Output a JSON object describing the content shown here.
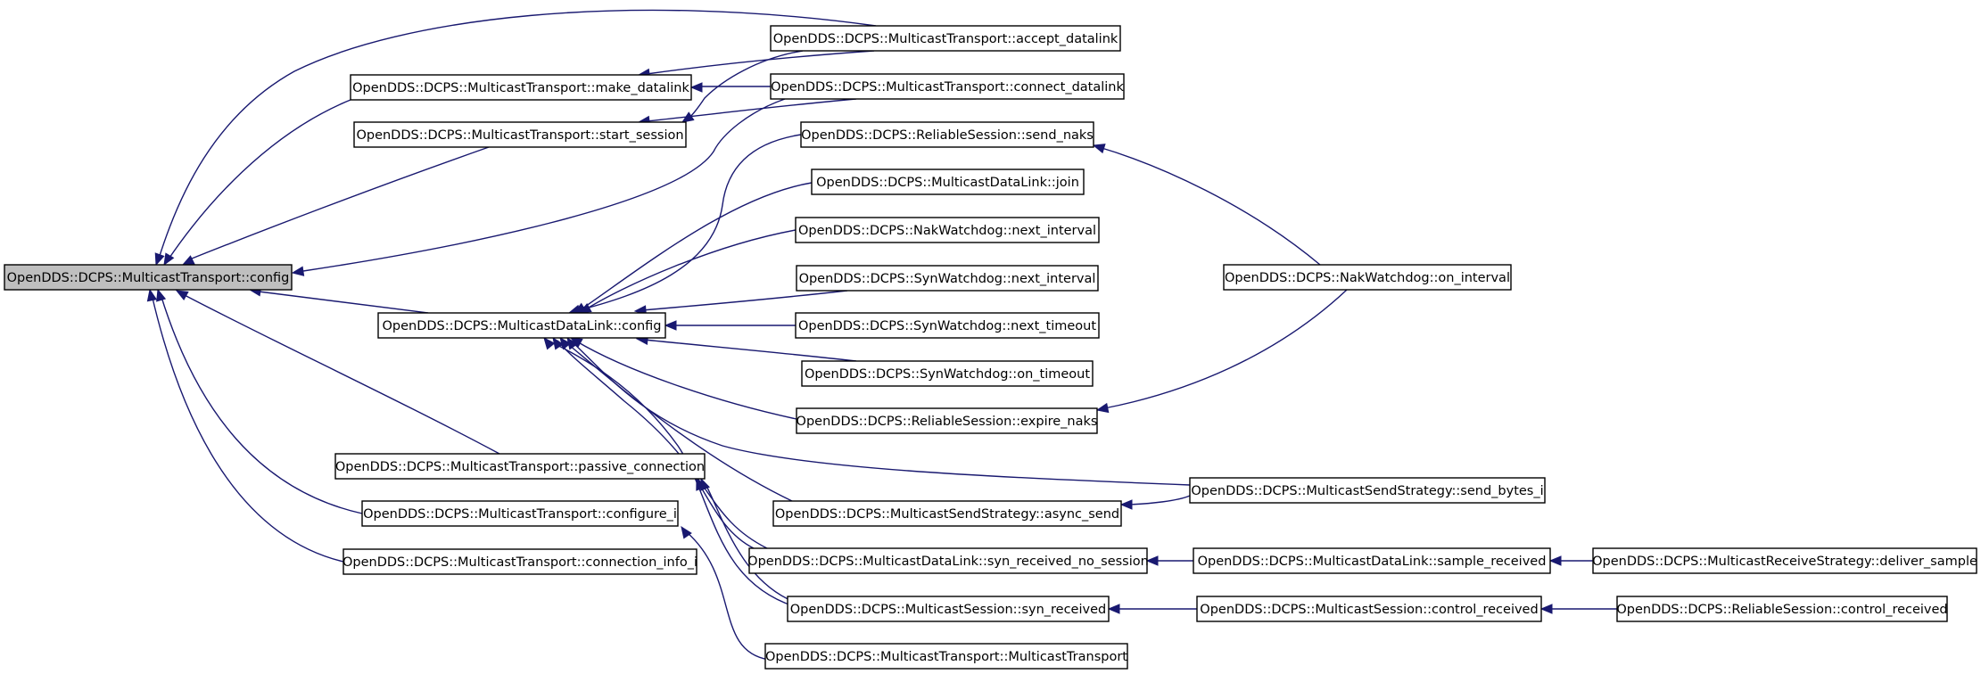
{
  "graph": {
    "nodes": [
      {
        "id": "config",
        "label": "OpenDDS::DCPS::MulticastTransport::config",
        "root": true
      },
      {
        "id": "make",
        "label": "OpenDDS::DCPS::MulticastTransport::make_datalink"
      },
      {
        "id": "start",
        "label": "OpenDDS::DCPS::MulticastTransport::start_session"
      },
      {
        "id": "accept",
        "label": "OpenDDS::DCPS::MulticastTransport::accept_datalink"
      },
      {
        "id": "connect",
        "label": "OpenDDS::DCPS::MulticastTransport::connect_datalink"
      },
      {
        "id": "sendnaks",
        "label": "OpenDDS::DCPS::ReliableSession::send_naks"
      },
      {
        "id": "join",
        "label": "OpenDDS::DCPS::MulticastDataLink::join"
      },
      {
        "id": "naknext",
        "label": "OpenDDS::DCPS::NakWatchdog::next_interval"
      },
      {
        "id": "synnext",
        "label": "OpenDDS::DCPS::SynWatchdog::next_interval"
      },
      {
        "id": "synto",
        "label": "OpenDDS::DCPS::SynWatchdog::next_timeout"
      },
      {
        "id": "synon",
        "label": "OpenDDS::DCPS::SynWatchdog::on_timeout"
      },
      {
        "id": "expire",
        "label": "OpenDDS::DCPS::ReliableSession::expire_naks"
      },
      {
        "id": "nakon",
        "label": "OpenDDS::DCPS::NakWatchdog::on_interval"
      },
      {
        "id": "dlconfig",
        "label": "OpenDDS::DCPS::MulticastDataLink::config"
      },
      {
        "id": "passive",
        "label": "OpenDDS::DCPS::MulticastTransport::passive_connection"
      },
      {
        "id": "configi",
        "label": "OpenDDS::DCPS::MulticastTransport::configure_i"
      },
      {
        "id": "conninfo",
        "label": "OpenDDS::DCPS::MulticastTransport::connection_info_i"
      },
      {
        "id": "sendbytes",
        "label": "OpenDDS::DCPS::MulticastSendStrategy::send_bytes_i"
      },
      {
        "id": "asyncsend",
        "label": "OpenDDS::DCPS::MulticastSendStrategy::async_send"
      },
      {
        "id": "synnosess",
        "label": "OpenDDS::DCPS::MulticastDataLink::syn_received_no_session"
      },
      {
        "id": "samplerecv",
        "label": "OpenDDS::DCPS::MulticastDataLink::sample_received"
      },
      {
        "id": "deliver",
        "label": "OpenDDS::DCPS::MulticastReceiveStrategy::deliver_sample"
      },
      {
        "id": "synrecv",
        "label": "OpenDDS::DCPS::MulticastSession::syn_received"
      },
      {
        "id": "ctrlrecv",
        "label": "OpenDDS::DCPS::MulticastSession::control_received"
      },
      {
        "id": "relctrl",
        "label": "OpenDDS::DCPS::ReliableSession::control_received"
      },
      {
        "id": "ctor",
        "label": "OpenDDS::DCPS::MulticastTransport::MulticastTransport"
      }
    ],
    "edges": [
      {
        "from": "accept",
        "to": "config"
      },
      {
        "from": "make",
        "to": "config"
      },
      {
        "from": "start",
        "to": "config"
      },
      {
        "from": "connect",
        "to": "config"
      },
      {
        "from": "dlconfig",
        "to": "config"
      },
      {
        "from": "passive",
        "to": "config"
      },
      {
        "from": "configi",
        "to": "config"
      },
      {
        "from": "conninfo",
        "to": "config"
      },
      {
        "from": "accept",
        "to": "make"
      },
      {
        "from": "connect",
        "to": "make"
      },
      {
        "from": "accept",
        "to": "start"
      },
      {
        "from": "connect",
        "to": "start"
      },
      {
        "from": "sendnaks",
        "to": "dlconfig"
      },
      {
        "from": "join",
        "to": "dlconfig"
      },
      {
        "from": "naknext",
        "to": "dlconfig"
      },
      {
        "from": "synnext",
        "to": "dlconfig"
      },
      {
        "from": "synto",
        "to": "dlconfig"
      },
      {
        "from": "synon",
        "to": "dlconfig"
      },
      {
        "from": "expire",
        "to": "dlconfig"
      },
      {
        "from": "sendbytes",
        "to": "dlconfig"
      },
      {
        "from": "asyncsend",
        "to": "dlconfig"
      },
      {
        "from": "synnosess",
        "to": "dlconfig"
      },
      {
        "from": "synrecv",
        "to": "dlconfig"
      },
      {
        "from": "nakon",
        "to": "sendnaks"
      },
      {
        "from": "nakon",
        "to": "expire"
      },
      {
        "from": "sendbytes",
        "to": "asyncsend"
      },
      {
        "from": "samplerecv",
        "to": "synnosess"
      },
      {
        "from": "deliver",
        "to": "samplerecv"
      },
      {
        "from": "ctrlrecv",
        "to": "synrecv"
      },
      {
        "from": "relctrl",
        "to": "ctrlrecv"
      },
      {
        "from": "synnosess",
        "to": "passive"
      },
      {
        "from": "synrecv",
        "to": "passive"
      },
      {
        "from": "ctor",
        "to": "configi"
      }
    ]
  }
}
